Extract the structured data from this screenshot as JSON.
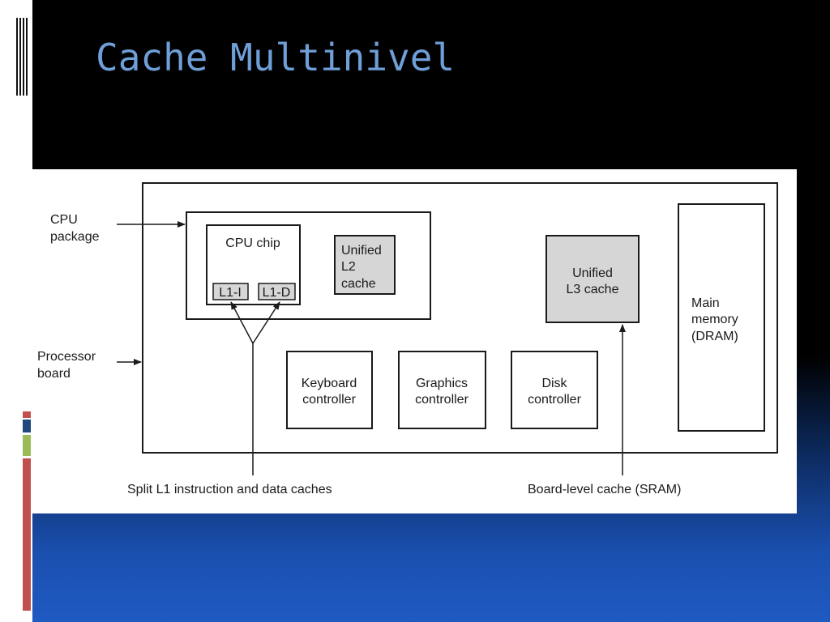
{
  "slide": {
    "title": "Cache Multinivel"
  },
  "diagram": {
    "labels": {
      "cpu_package": [
        "CPU",
        "package"
      ],
      "processor_board": [
        "Processor",
        "board"
      ],
      "cpu_chip": "CPU chip",
      "l1_i": "L1-I",
      "l1_d": "L1-D",
      "unified_l2": [
        "Unified",
        "L2",
        "cache"
      ],
      "unified_l3": [
        "Unified",
        "L3 cache"
      ],
      "main_memory": [
        "Main",
        "memory",
        "(DRAM)"
      ],
      "keyboard_controller": [
        "Keyboard",
        "controller"
      ],
      "graphics_controller": [
        "Graphics",
        "controller"
      ],
      "disk_controller": [
        "Disk",
        "controller"
      ],
      "split_l1_caption": "Split L1 instruction and data caches",
      "board_cache_caption": "Board-level cache (SRAM)"
    },
    "colors": {
      "shaded_box": "#d6d6d6",
      "stroke": "#1a1a1a",
      "title": "#6f9fd8"
    }
  }
}
